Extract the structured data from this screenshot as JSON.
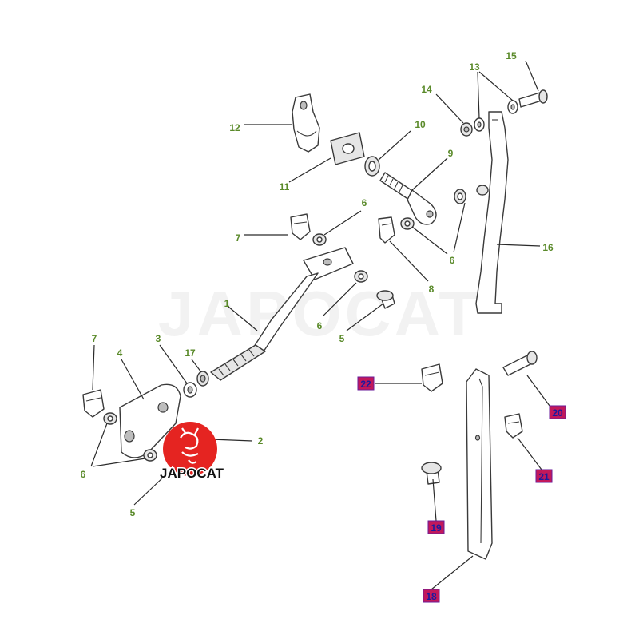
{
  "diagram": {
    "watermark_text": "JAPOCAT",
    "logo_text": "JAPOCAT",
    "brand_color": "#e52421",
    "label_color": "#5a8a2a",
    "highlight_fill": "#c2185b",
    "highlight_text_color": "#1a1aa0",
    "callouts": {
      "c15": "15",
      "c13": "13",
      "c14": "14",
      "c10": "10",
      "c12": "12",
      "c11": "11",
      "c9": "9",
      "c6a": "6",
      "c7a": "7",
      "c6b": "6",
      "c16": "16",
      "c8": "8",
      "c1": "1",
      "c6c": "6",
      "c5a": "5",
      "c7b": "7",
      "c4": "4",
      "c3": "3",
      "c17": "17",
      "c2": "2",
      "c6d": "6",
      "c5b": "5"
    },
    "highlighted_callouts": {
      "c22": "22",
      "c20": "20",
      "c21": "21",
      "c19": "19",
      "c18": "18"
    }
  }
}
